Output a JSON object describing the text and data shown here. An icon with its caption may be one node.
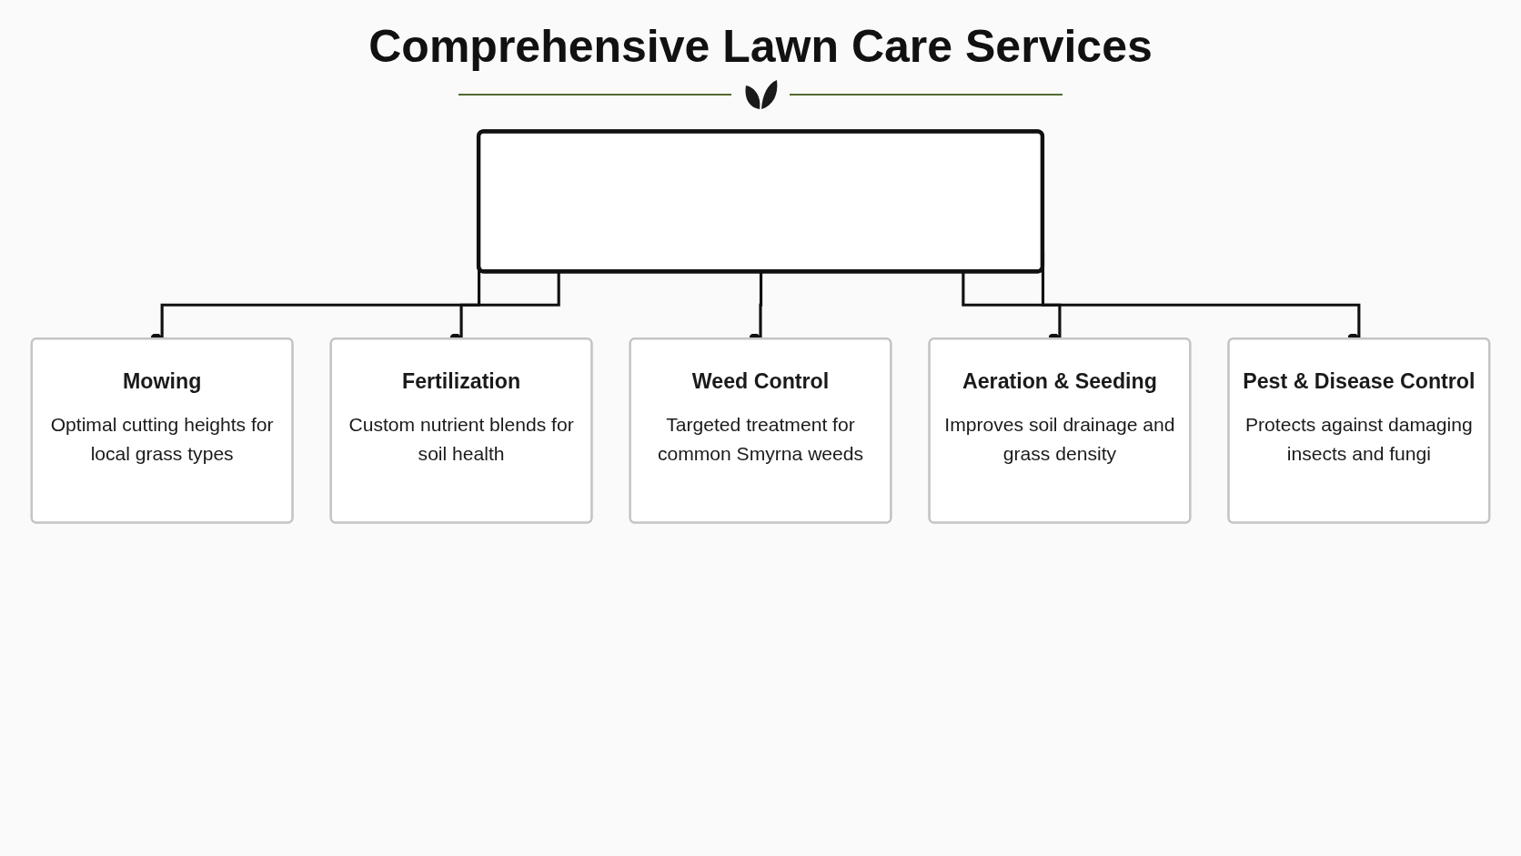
{
  "diagram": {
    "title": "Comprehensive Lawn Care Services",
    "nodes": [
      {
        "text": [],
        "shape": "box"
      },
      {
        "text": [
          "Mowing",
          "Optimal cutting heights for local grass types"
        ]
      },
      {
        "text": [
          "Fertilization",
          "Custom nutrient blends for soil health"
        ]
      },
      {
        "text": [
          "Weed Control",
          "Targeted treatment for common Smyrna weeds"
        ]
      },
      {
        "text": [
          "Aeration & Seeding",
          "Improves soil drainage and grass density"
        ]
      },
      {
        "text": [
          "Pest & Disease Control",
          "Protects against damaging insects and fungi"
        ]
      }
    ],
    "edges": [
      {
        "from": 0,
        "to": 1,
        "arrow": "other"
      },
      {
        "from": 0,
        "to": 2,
        "arrow": "other"
      },
      {
        "from": 0,
        "to": 3,
        "arrow": "other"
      },
      {
        "from": 0,
        "to": 4,
        "arrow": "other"
      },
      {
        "from": 0,
        "to": 5,
        "arrow": "other"
      }
    ]
  }
}
